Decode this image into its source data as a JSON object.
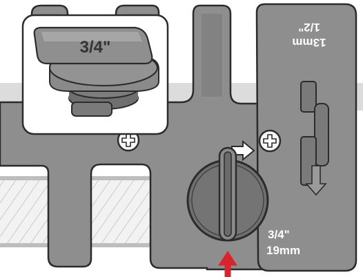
{
  "inset": {
    "cap_label": "3/4\""
  },
  "plate_labels": {
    "upper_size_imperial": "1/2\"",
    "upper_size_metric": "13mm",
    "lower_size_imperial": "3/4\"",
    "lower_size_metric": "19mm"
  },
  "icons": {
    "screw": "phillips-screw-icon",
    "direction_arrow": "arrow-right-icon",
    "pointer_arrow": "arrow-up-icon",
    "valve_knob": "rotary-knob-icon"
  },
  "colors": {
    "plate": "#8e8e8e",
    "plate_dark": "#6f6f6f",
    "outline": "#2b2b2b",
    "pointer": "#d9232d",
    "pipe": "#e9e9e9"
  }
}
